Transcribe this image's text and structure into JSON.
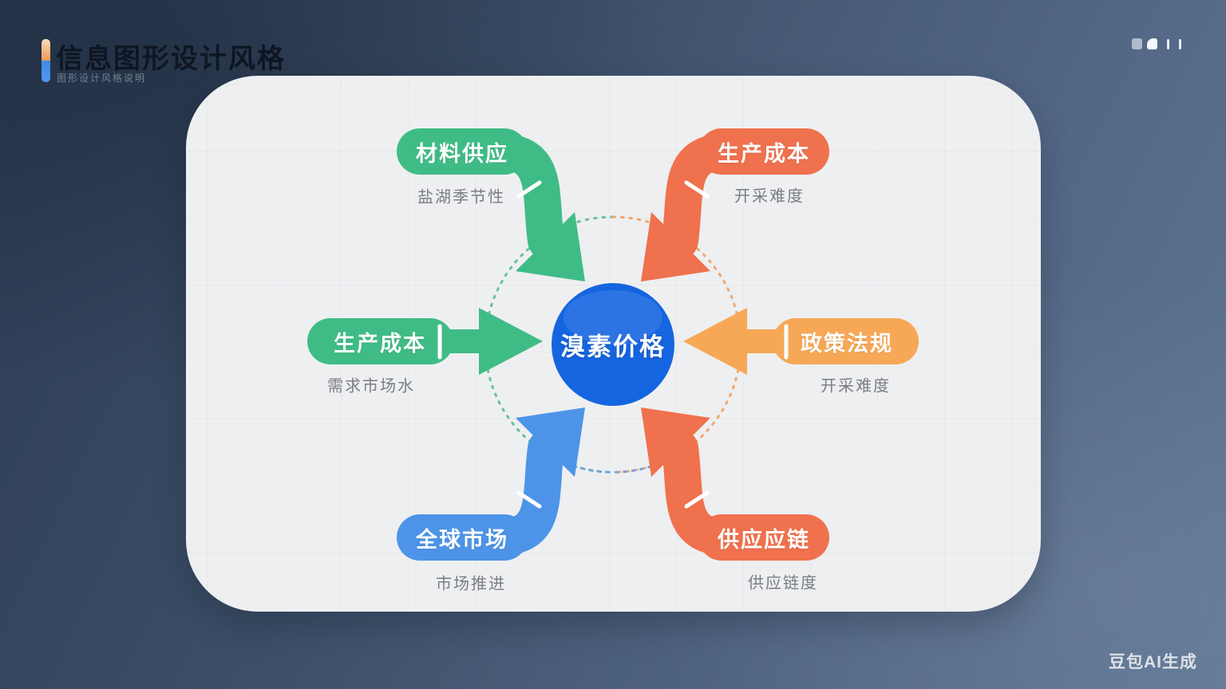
{
  "header": {
    "title": "信息图形设计风格",
    "subtitle": "图形设计风格说明",
    "accent_colors": {
      "top": "#EE9A55",
      "bottom": "#3E8BE8"
    }
  },
  "window_controls": {
    "icons": [
      "layers-icon",
      "page-icon",
      "bar-icon",
      "bar-icon"
    ]
  },
  "diagram": {
    "center": {
      "label": "溴素价格",
      "color": "#1565E0"
    },
    "ring": {
      "left_color": "#53B98A",
      "right_color": "#F29B55",
      "bottom_color": "#5B97E6"
    },
    "factors": [
      {
        "label": "材料供应",
        "sublabel": "盐湖季节性",
        "color": "#3FBC85",
        "position": "top-left"
      },
      {
        "label": "生产成本",
        "sublabel": "开采难度",
        "color": "#F0714D",
        "position": "top-right"
      },
      {
        "label": "生产成本",
        "sublabel": "需求市场水",
        "color": "#3FBC85",
        "position": "middle-left"
      },
      {
        "label": "政策法规",
        "sublabel": "开采难度",
        "color": "#F6A856",
        "position": "middle-right"
      },
      {
        "label": "全球市场",
        "sublabel": "市场推进",
        "color": "#4D94E8",
        "position": "bottom-left"
      },
      {
        "label": "供应应链",
        "sublabel": "供应链度",
        "color": "#F0714D",
        "position": "bottom-right"
      }
    ]
  },
  "watermark": "豆包AI生成"
}
